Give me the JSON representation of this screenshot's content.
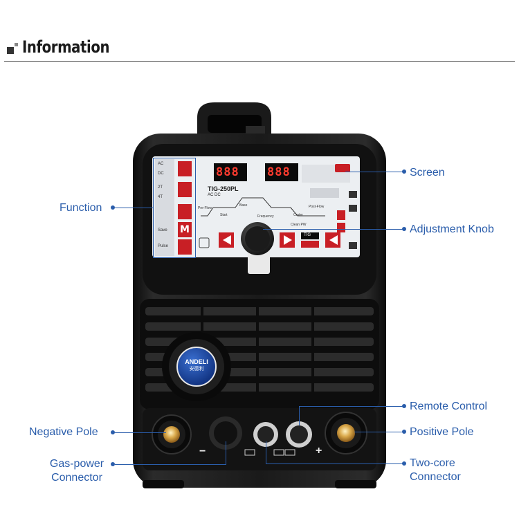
{
  "header": {
    "title": "Information"
  },
  "panel": {
    "model": "TIG-250PL",
    "mode_sub": "AC DC",
    "display_left": "888",
    "display_right": "888",
    "left_labels": [
      "AC",
      "DC",
      "2T",
      "4T",
      "Save",
      "Pulse"
    ],
    "process_labels": [
      "Pre-Flow",
      "Start",
      "Base",
      "Frequency",
      "Crater",
      "Post-Flow",
      "Clean PW"
    ],
    "brand": "ANDELI",
    "brand_cn": "安德利",
    "tig_label": "TIG"
  },
  "callouts": {
    "function": "Function",
    "screen": "Screen",
    "adjustment_knob": "Adjustment Knob",
    "remote_control": "Remote Control",
    "negative_pole": "Negative Pole",
    "positive_pole": "Positive Pole",
    "gas_power_line1": "Gas-power",
    "gas_power_line2": "Connector",
    "two_core_line1": "Two-core",
    "two_core_line2": "Connector"
  },
  "symbols": {
    "minus": "−",
    "plus": "+"
  }
}
